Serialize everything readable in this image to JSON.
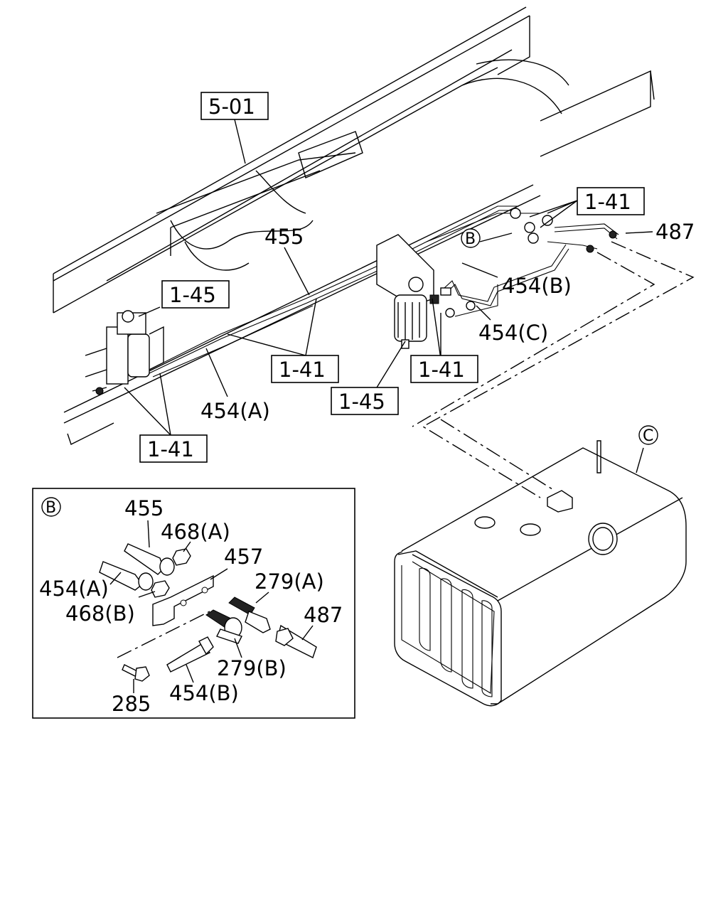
{
  "labels": {
    "frame_5_01": "5-01",
    "filter_left_1_45": "1-45",
    "filter_center_1_45": "1-45",
    "top_right_1_41": "1-41",
    "center_1_41": "1-41",
    "right_center_1_41": "1-41",
    "bottom_left_1_41": "1-41",
    "pipe_455": "455",
    "pipe_454a": "454(A)",
    "pipe_454b": "454(B)",
    "pipe_454c": "454(C)",
    "hose_487": "487"
  },
  "callouts": {
    "b_marker": "B",
    "c_marker": "C"
  },
  "detail_b": {
    "marker": "B",
    "p455": "455",
    "p468a": "468(A)",
    "p457": "457",
    "p454a": "454(A)",
    "p279a": "279(A)",
    "p468b": "468(B)",
    "p487": "487",
    "p279b": "279(B)",
    "p285": "285",
    "p454b": "454(B)"
  }
}
